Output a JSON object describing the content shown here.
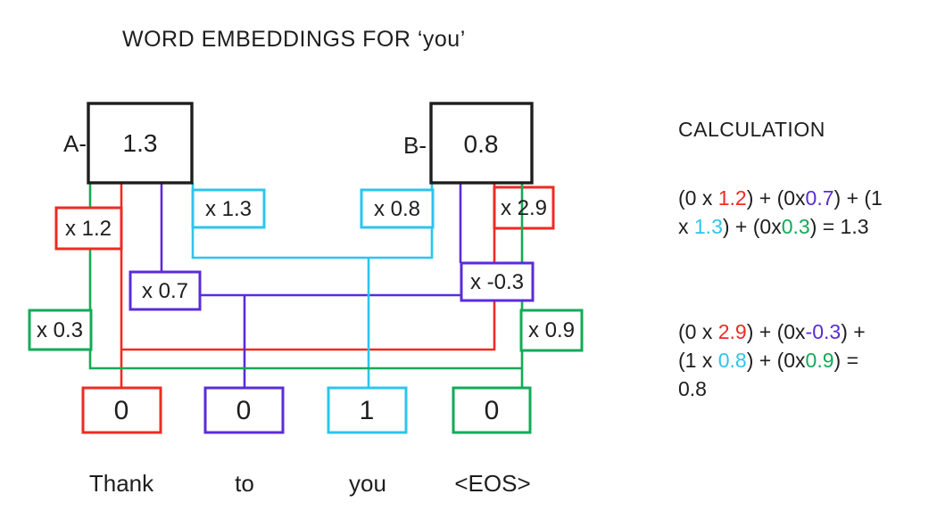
{
  "title": "WORD EMBEDDINGS FOR ‘you’",
  "colors": {
    "red": "#ee2b24",
    "purple": "#5a2cd8",
    "cyan": "#2cc5ee",
    "green": "#12ab57",
    "text": "#1e1e1e",
    "node_border": "#1e1e1e"
  },
  "nodes": {
    "a": {
      "label": "A-",
      "value": "1.3"
    },
    "b": {
      "label": "B-",
      "value": "0.8"
    }
  },
  "weights": {
    "thank_a": {
      "label": "x 1.2",
      "color": "#ee2b24"
    },
    "to_a": {
      "label": "x 0.7",
      "color": "#5a2cd8"
    },
    "you_a": {
      "label": "x 1.3",
      "color": "#2cc5ee"
    },
    "eos_a": {
      "label": "x 0.3",
      "color": "#12ab57"
    },
    "thank_b": {
      "label": "x 2.9",
      "color": "#ee2b24"
    },
    "to_b": {
      "label": "x -0.3",
      "color": "#5a2cd8"
    },
    "you_b": {
      "label": "x 0.8",
      "color": "#2cc5ee"
    },
    "eos_b": {
      "label": "x 0.9",
      "color": "#12ab57"
    }
  },
  "inputs": {
    "thank": {
      "value": "0",
      "color": "#ee2b24"
    },
    "to": {
      "value": "0",
      "color": "#5a2cd8"
    },
    "you": {
      "value": "1",
      "color": "#2cc5ee"
    },
    "eos": {
      "value": "0",
      "color": "#12ab57"
    }
  },
  "words": {
    "thank": "Thank",
    "to": "to",
    "you": "you",
    "eos": "<EOS>"
  },
  "calculation": {
    "heading": "CALCULATION",
    "formula_a": {
      "result": "1.3",
      "line1": [
        {
          "t": "(0 x ",
          "c": "#1e1e1e"
        },
        {
          "t": "1.2",
          "c": "#ee2b24"
        },
        {
          "t": ") + (0x",
          "c": "#1e1e1e"
        },
        {
          "t": "0.7",
          "c": "#5a2cd8"
        },
        {
          "t": ") + (1",
          "c": "#1e1e1e"
        }
      ],
      "line2": [
        {
          "t": "x ",
          "c": "#1e1e1e"
        },
        {
          "t": "1.3",
          "c": "#2cc5ee"
        },
        {
          "t": ") + (0x",
          "c": "#1e1e1e"
        },
        {
          "t": "0.3",
          "c": "#12ab57"
        },
        {
          "t": ") = 1.3",
          "c": "#1e1e1e"
        }
      ]
    },
    "formula_b": {
      "result": "0.8",
      "line1": [
        {
          "t": "(0 x ",
          "c": "#1e1e1e"
        },
        {
          "t": "2.9",
          "c": "#ee2b24"
        },
        {
          "t": ") + (0x",
          "c": "#1e1e1e"
        },
        {
          "t": "-0.3",
          "c": "#5a2cd8"
        },
        {
          "t": ") +",
          "c": "#1e1e1e"
        }
      ],
      "line2": [
        {
          "t": "(1 x ",
          "c": "#1e1e1e"
        },
        {
          "t": "0.8",
          "c": "#2cc5ee"
        },
        {
          "t": ") + (0x",
          "c": "#1e1e1e"
        },
        {
          "t": "0.9",
          "c": "#12ab57"
        },
        {
          "t": ") =",
          "c": "#1e1e1e"
        }
      ],
      "line3": [
        {
          "t": "0.8",
          "c": "#1e1e1e"
        }
      ]
    }
  }
}
